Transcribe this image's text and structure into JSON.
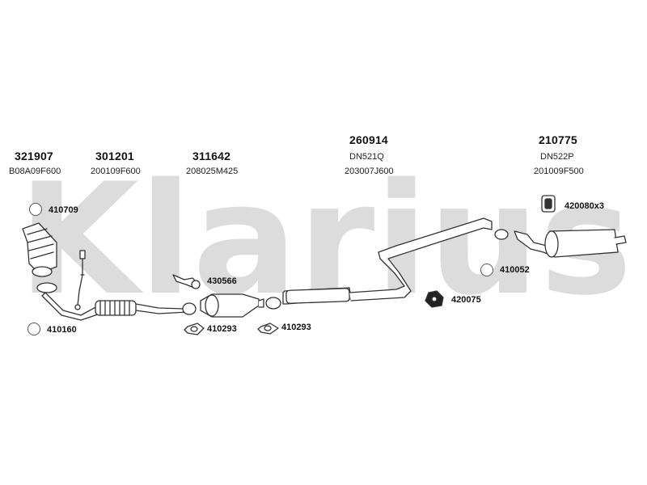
{
  "watermark": {
    "text": "Klarius"
  },
  "parts": [
    {
      "number": "321907",
      "ref": "B08A09F600"
    },
    {
      "number": "301201",
      "ref": "200109F600"
    },
    {
      "number": "311642",
      "ref": "208025M425"
    },
    {
      "number": "260914",
      "ref": "DN521Q",
      "ref2": "203007J600"
    },
    {
      "number": "210775",
      "ref": "DN522P",
      "ref2": "201009F500"
    }
  ],
  "callouts": {
    "c410709": "410709",
    "c410160": "410160",
    "c430566": "430566",
    "c410293a": "410293",
    "c410293b": "410293",
    "c420080": "420080x3",
    "c410052": "410052",
    "c420075": "420075"
  },
  "colors": {
    "line": "#333333",
    "watermark": "#d9d9d9",
    "fill": "#ffffff"
  }
}
